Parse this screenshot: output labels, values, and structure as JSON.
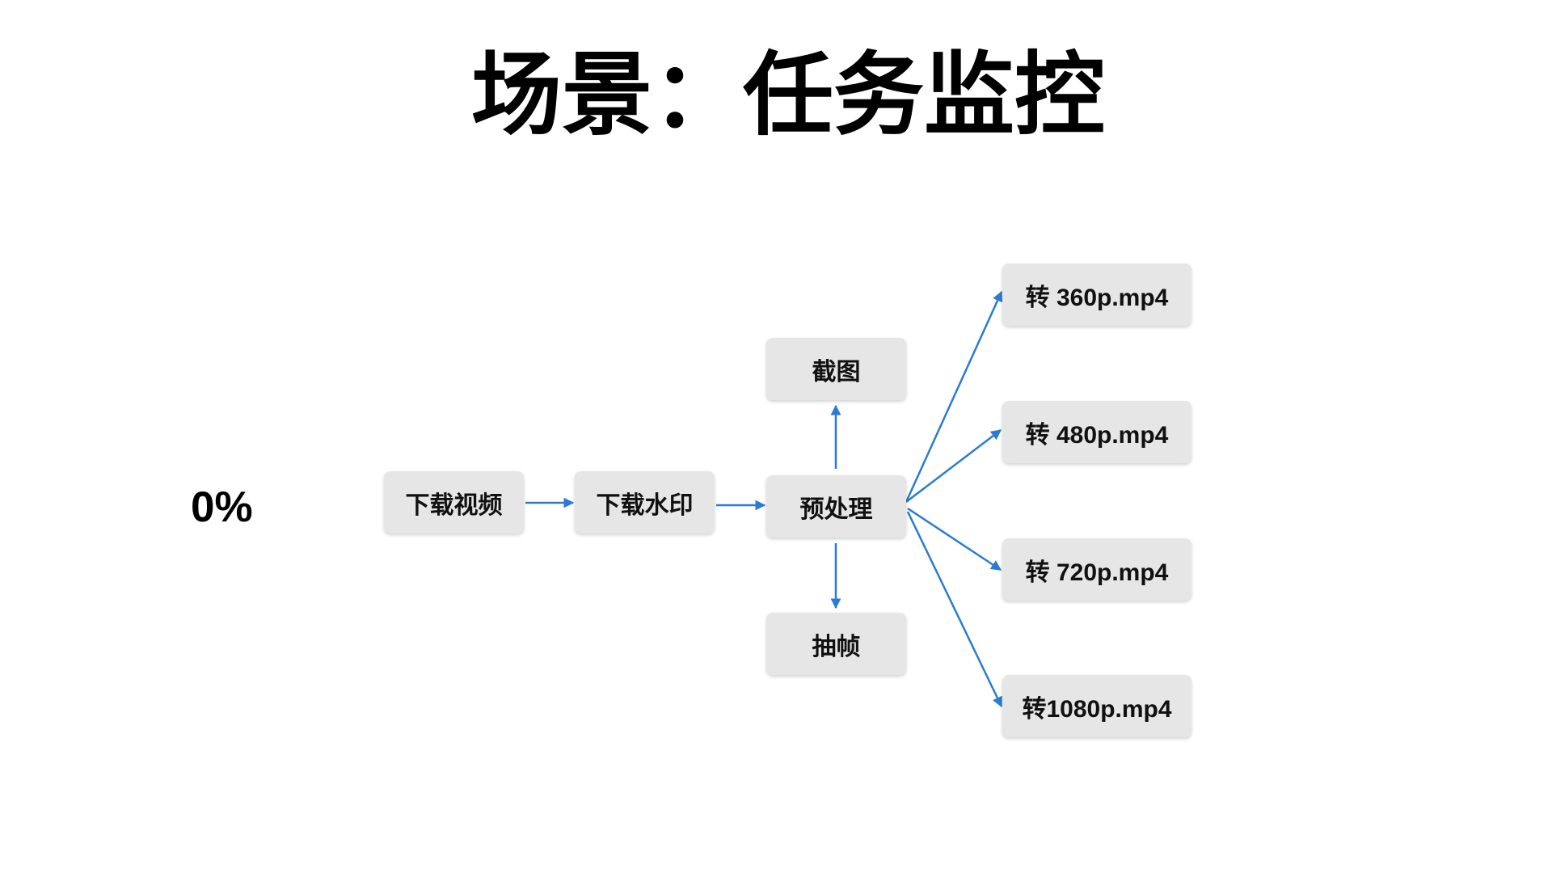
{
  "title": "场景：任务监控",
  "progress": "0%",
  "nodes": {
    "download_video": "下载视频",
    "download_watermark": "下载水印",
    "preprocess": "预处理",
    "screenshot": "截图",
    "extract_frames": "抽帧",
    "transcode_360": "转 360p.mp4",
    "transcode_480": "转 480p.mp4",
    "transcode_720": "转 720p.mp4",
    "transcode_1080": "转1080p.mp4"
  },
  "colors": {
    "arrow": "#2a7bd3",
    "node_background": "#e6e6e6",
    "text": "#111111"
  }
}
